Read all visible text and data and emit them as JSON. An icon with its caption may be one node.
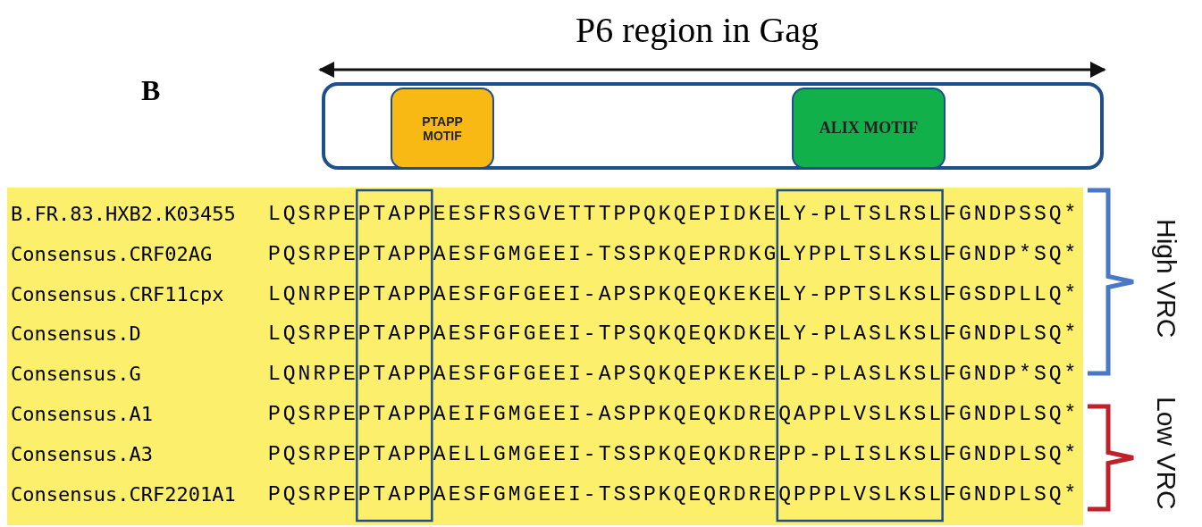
{
  "diagram": {
    "title": "P6 region in Gag",
    "nodes": [
      {
        "text": [],
        "shape": "box"
      },
      {
        "text": [
          "PTAPP MOTIF"
        ],
        "in": 0
      },
      {
        "text": [
          "ALIX MOTIF"
        ],
        "in": 0
      }
    ],
    "labels": [
      "B",
      "B.FR.83.HXB2.K03455",
      "LQSRPEPTAPPEESFRSGVETTTPPQKQEPIDKELY-PLTSLRSLFGNDPSSQ*",
      "Consensus.CRF02AG",
      "PQSRPEPTAPPAESFGMGEEI-TSSPKQEPRDKGLYPPLTSLKSLFGNDP*SQ*",
      "Consensus.CRF11cpx",
      "LQNRPEPTAPPAESFGFGEEI-APSPKQEQKEKELY-PPTSLKSLFGSDPLLQ*",
      "Consensus.D",
      "LQSRPEPTAPPAESFGFGEEI-TPSQKQEQKDKELY-PLASLKSLFGNDPLSQ*",
      "Consensus.G",
      "LQNRPEPTAPPAESFGFGEEI-APSQKQEPKEKELP-PLASLKSLFGNDP*SQ*",
      "Consensus.A1",
      "PQSRPEPTAPPAEIFGMGEEI-ASPPKQEQKDREQAPPLVSLKSLFGNDPLSQ*",
      "Consensus.A3",
      "PQSRPEPTAPPAELLGMGEEI-TSSPKQEQKDREPP-PLISLKSLFGNDPLSQ*",
      "Consensus.CRF2201A1",
      "PQSRPEPTAPPAESFGMGEEI-TSSPKQEQRDREQPPPLVSLKSLFGNDPLSQ*",
      "High VRC",
      "Low VRC"
    ]
  }
}
